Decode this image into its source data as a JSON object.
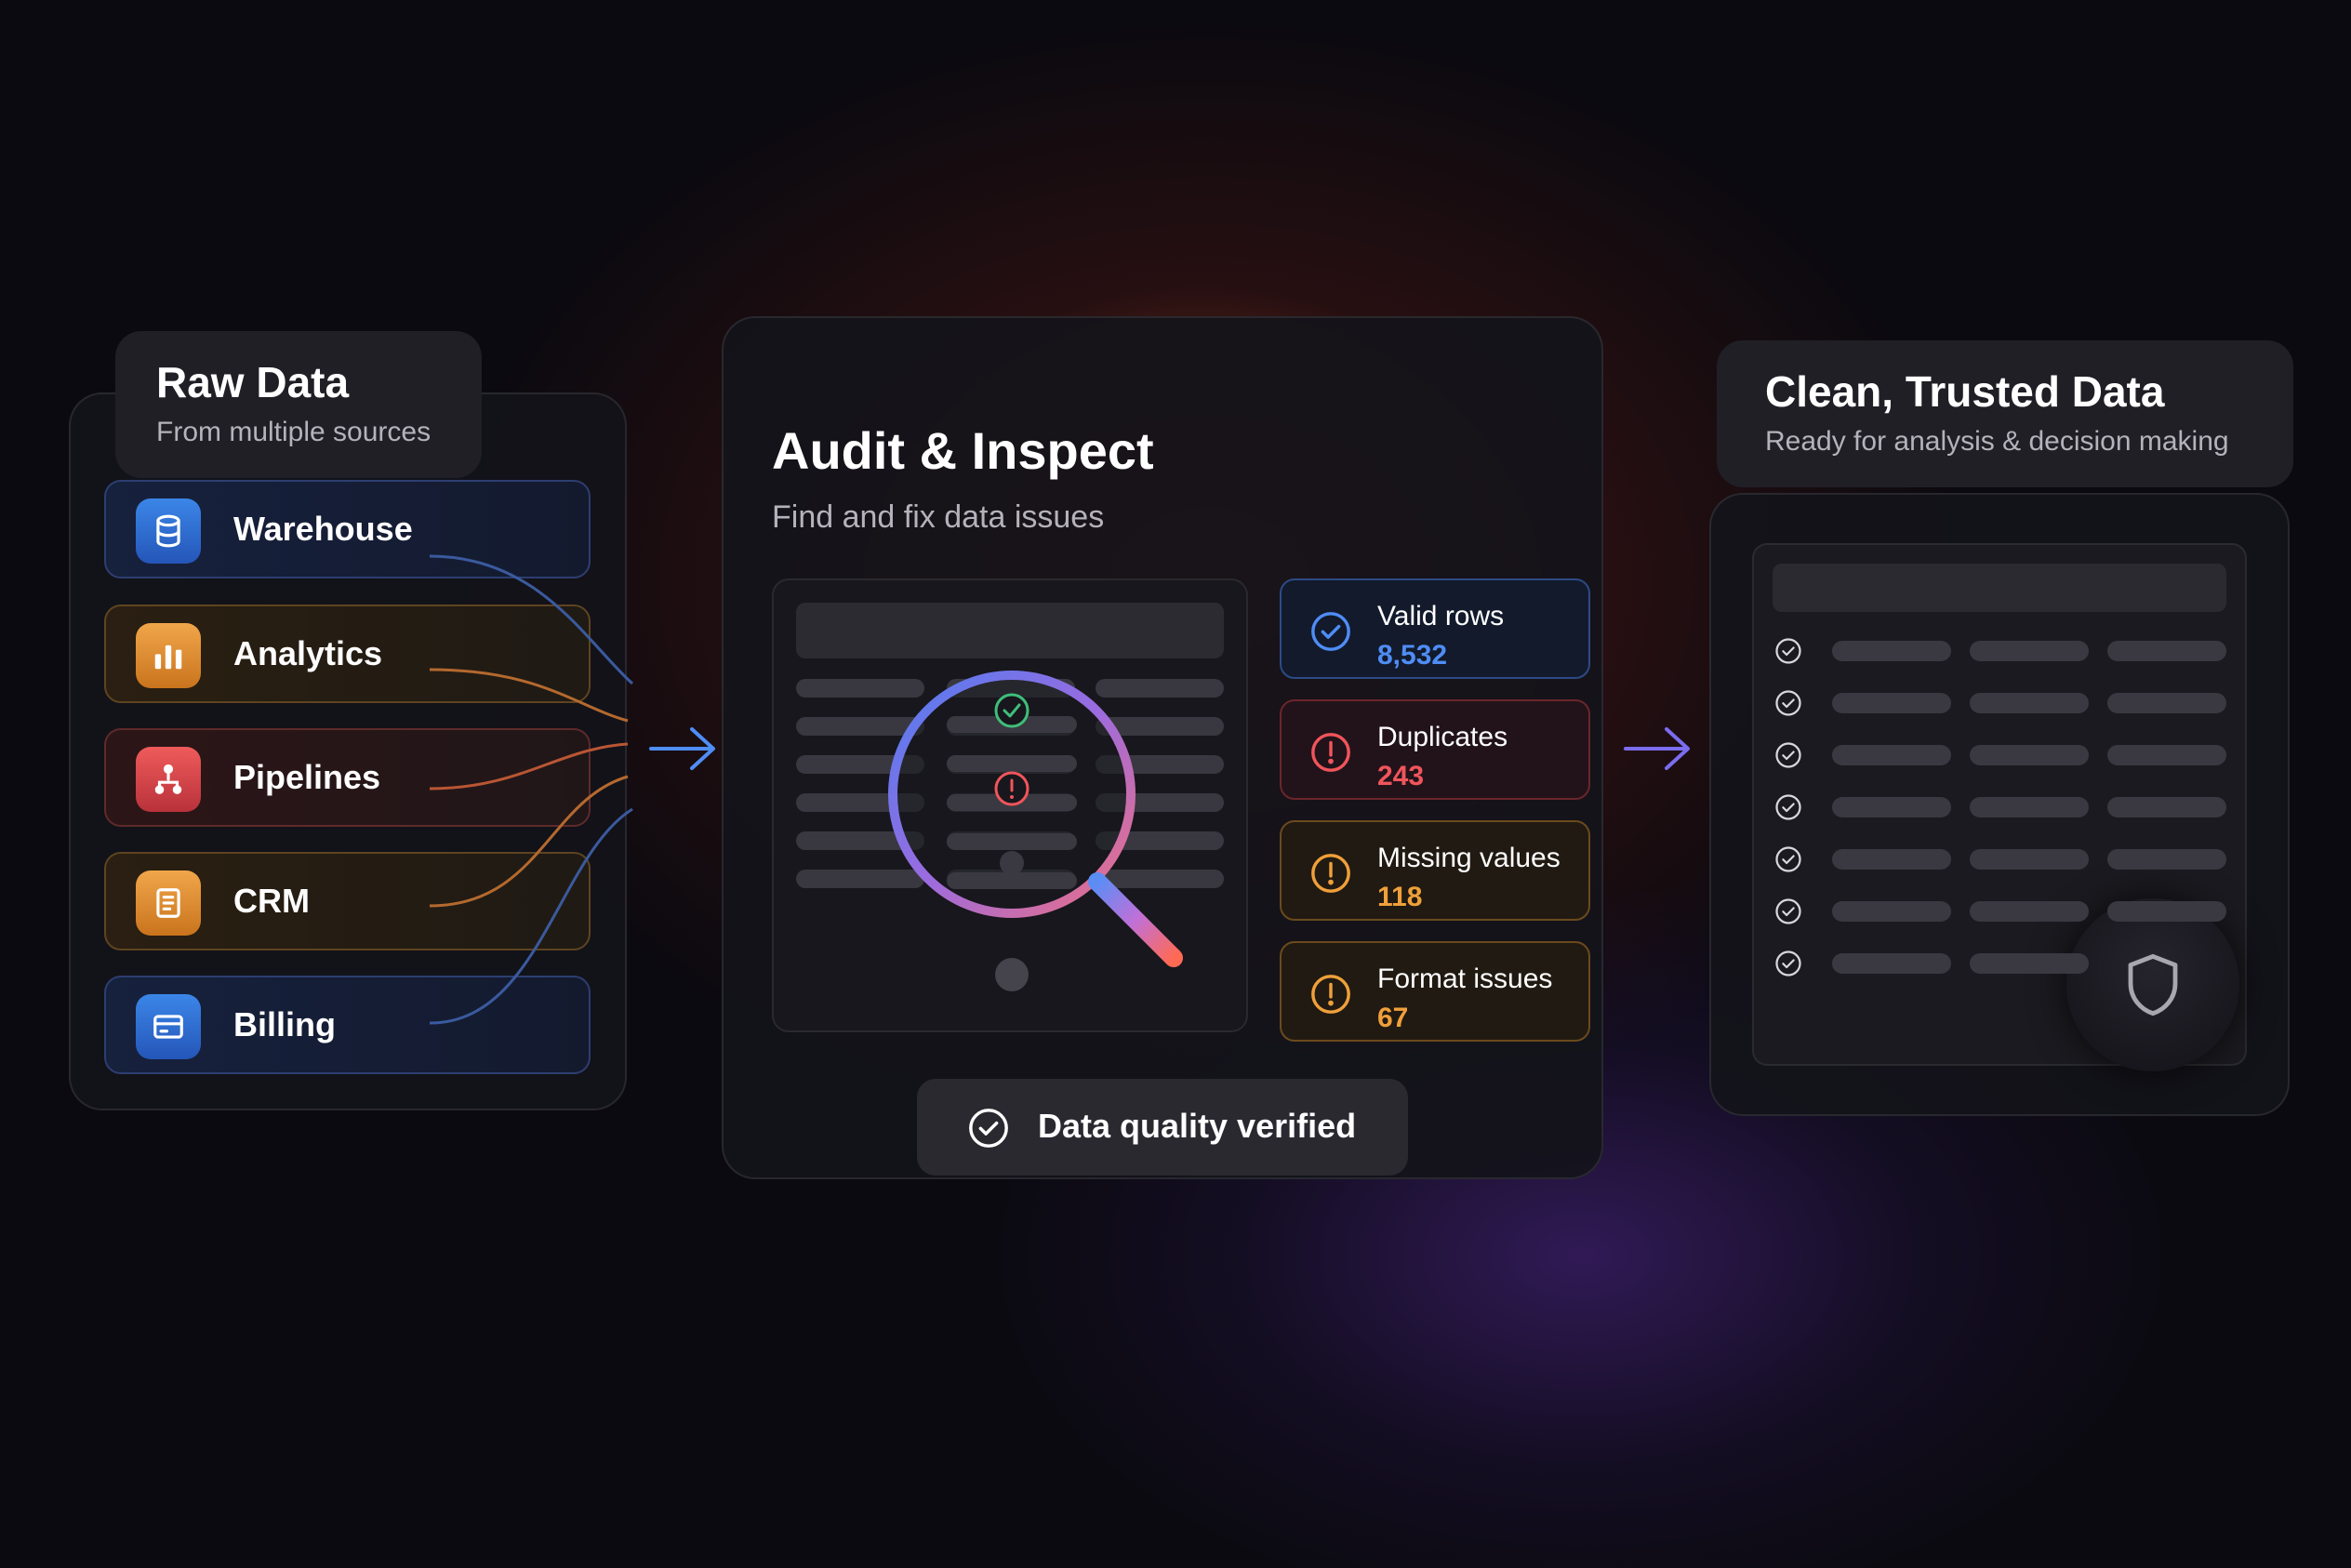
{
  "raw_data": {
    "title": "Raw Data",
    "subtitle": "From multiple sources",
    "sources": [
      {
        "label": "Warehouse",
        "icon": "database-icon",
        "color": "#2f6fd6"
      },
      {
        "label": "Analytics",
        "icon": "bar-chart-icon",
        "color": "#e08a2c"
      },
      {
        "label": "Pipelines",
        "icon": "flow-icon",
        "color": "#d94448"
      },
      {
        "label": "CRM",
        "icon": "document-icon",
        "color": "#e08a2c"
      },
      {
        "label": "Billing",
        "icon": "credit-card-icon",
        "color": "#2f6fd6"
      }
    ]
  },
  "audit": {
    "title": "Audit & Inspect",
    "subtitle": "Find and fix data issues",
    "metrics": [
      {
        "label": "Valid rows",
        "value": "8,532",
        "icon": "check-circle-icon",
        "color": "#4f8df5"
      },
      {
        "label": "Duplicates",
        "value": "243",
        "icon": "alert-circle-icon",
        "color": "#f0555b"
      },
      {
        "label": "Missing values",
        "value": "118",
        "icon": "alert-circle-icon",
        "color": "#f0a03a"
      },
      {
        "label": "Format issues",
        "value": "67",
        "icon": "alert-circle-icon",
        "color": "#f0a03a"
      }
    ],
    "verified_label": "Data quality verified"
  },
  "clean": {
    "title": "Clean, Trusted Data",
    "subtitle": "Ready for analysis & decision making"
  },
  "colors": {
    "background": "#0b0a10",
    "accent_blue": "#4f8df5",
    "accent_purple": "#7b6cf0",
    "accent_red": "#f0555b",
    "accent_orange": "#f0a03a",
    "accent_green": "#3fbf7a"
  }
}
